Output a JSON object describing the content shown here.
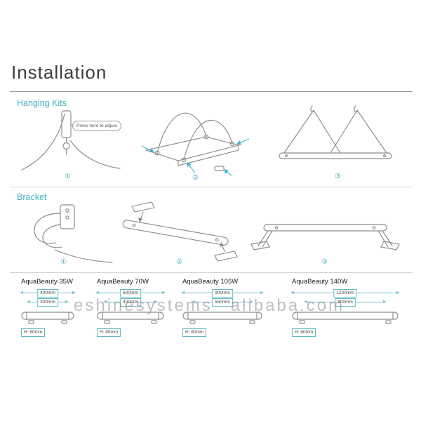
{
  "page": {
    "title": "Installation"
  },
  "sections": {
    "hanging": {
      "label": "Hanging Kits",
      "callout": "Press here to adjust",
      "steps": [
        "①",
        "②",
        "③"
      ]
    },
    "bracket": {
      "label": "Bracket",
      "steps": [
        "①",
        "②",
        "③"
      ]
    }
  },
  "products": [
    {
      "name": "AquaBeauty 35W",
      "top_dim": "400mm",
      "bottom_dim": "300mm",
      "height_label": "H: 80mm"
    },
    {
      "name": "AquaBeauty 70W",
      "top_dim": "600mm",
      "bottom_dim": "400mm",
      "height_label": "H: 80mm"
    },
    {
      "name": "AquaBeauty 105W",
      "top_dim": "900mm",
      "bottom_dim": "550mm",
      "height_label": "H: 80mm"
    },
    {
      "name": "AquaBeauty 140W",
      "top_dim": "1200mm",
      "bottom_dim": "800mm",
      "height_label": "H: 80mm"
    }
  ],
  "watermark": {
    "left": "eshinesystems",
    "right": "alibaba.com"
  },
  "colors": {
    "accent": "#45b3c6",
    "line_gray": "#8c8c8c"
  }
}
